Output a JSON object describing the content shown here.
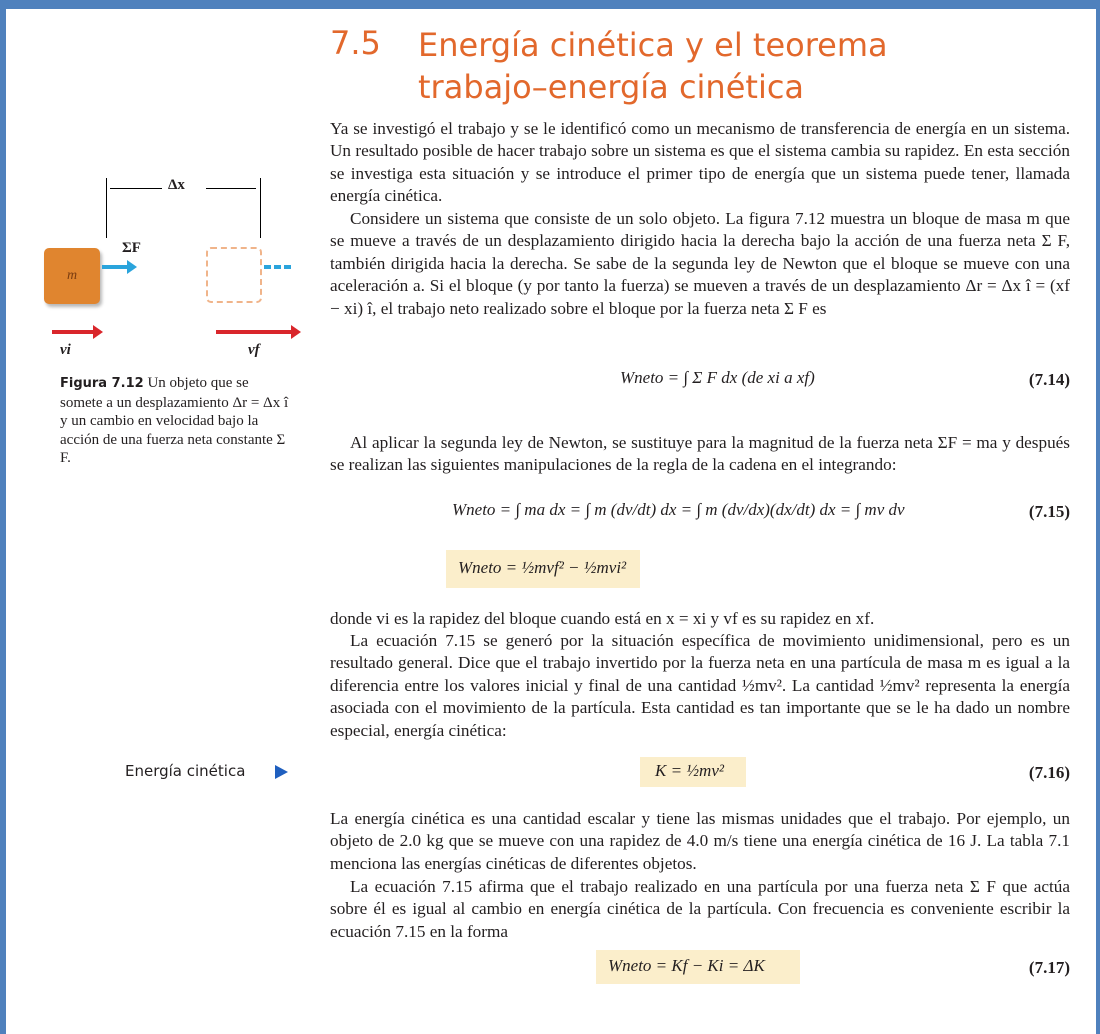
{
  "section": {
    "number": "7.5",
    "title": "Energía cinética y el teorema trabajo–energía cinética"
  },
  "paragraphs": {
    "p1": "Ya se investigó el trabajo y se le identificó como un mecanismo de transferencia de energía en un sistema. Un resultado posible de hacer trabajo sobre un sistema es que el sistema cambia su rapidez. En esta sección se investiga esta situación y se introduce el primer tipo de energía que un sistema puede tener, llamada energía cinética.",
    "p2": "Considere un sistema que consiste de un solo objeto. La figura 7.12 muestra un bloque de masa m que se mueve a través de un desplazamiento dirigido hacia la derecha bajo la acción de una fuerza neta Σ F, también dirigida hacia la derecha. Se sabe de la segunda ley de Newton que el bloque se mueve con una aceleración a. Si el bloque (y por tanto la fuerza) se mueven a través de un desplazamiento Δr = Δx î = (xf − xi) î, el trabajo neto realizado sobre el bloque por la fuerza neta Σ F es",
    "p3": "Al aplicar la segunda ley de Newton, se sustituye para la magnitud de la fuerza neta ΣF = ma y después se realizan las siguientes manipulaciones de la regla de la cadena en el integrando:",
    "p4": "donde vi es la rapidez del bloque cuando está en x = xi y vf es su rapidez en xf.",
    "p5": "La ecuación 7.15 se generó por la situación específica de movimiento unidimensional, pero es un resultado general. Dice que el trabajo invertido por la fuerza neta en una partícula de masa m es igual a la diferencia entre los valores inicial y final de una cantidad ½mv². La cantidad ½mv² representa la energía asociada con el movimiento de la partícula. Esta cantidad es tan importante que se le ha dado un nombre especial, energía cinética:",
    "p6": "La energía cinética es una cantidad escalar y tiene las mismas unidades que el trabajo. Por ejemplo, un objeto de 2.0 kg que se mueve con una rapidez de 4.0 m/s tiene una energía cinética de 16 J. La tabla 7.1 menciona las energías cinéticas de diferentes objetos.",
    "p7": "La ecuación 7.15 afirma que el trabajo realizado en una partícula por una fuerza neta Σ F que actúa sobre él es igual al cambio en energía cinética de la partícula. Con frecuencia es conveniente escribir la ecuación 7.15 en la forma"
  },
  "equations": {
    "e14": {
      "text": "Wneto = ∫ Σ F dx  (de xi a xf)",
      "number": "(7.14)"
    },
    "e15": {
      "text": "Wneto = ∫ ma dx = ∫ m (dv/dt) dx = ∫ m (dv/dx)(dx/dt) dx = ∫ mv dv",
      "number": "(7.15)"
    },
    "e15b": {
      "text": "Wneto = ½mvf² − ½mvi²"
    },
    "e16": {
      "text": "K = ½mv²",
      "number": "(7.16)"
    },
    "e17": {
      "text": "Wneto = Kf − Ki = ΔK",
      "number": "(7.17)"
    }
  },
  "figure": {
    "label": "Figura 7.12",
    "caption": "Un objeto que se somete a un desplazamiento Δr = Δx î y un cambio en velocidad bajo la acción de una fuerza neta constante Σ F.",
    "dx": "Δx",
    "force": "ΣF",
    "mass": "m",
    "vi": "vi",
    "vf": "vf"
  },
  "margin_note": "Energía cinética",
  "colors": {
    "title": "#e2682c",
    "frame": "#4f81bd",
    "highlight": "#fbeecb",
    "block": "#e0852f",
    "velocity": "#d9262b",
    "force": "#2aa4dc"
  }
}
